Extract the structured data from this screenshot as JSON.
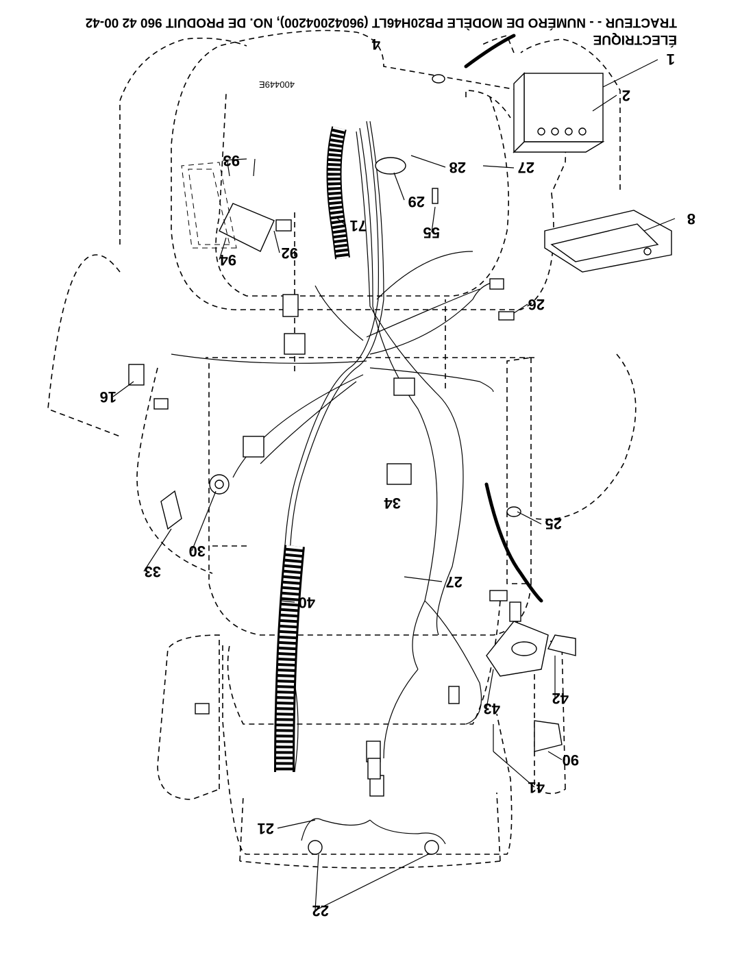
{
  "diagram": {
    "title_line1": "TRACTEUR - - NUMÉRO DE MODÈLE PB20H46LT (96042004200), NO. DE PRODUIT 960 42 00-42",
    "title_line2": "ÉLECTRIQUE",
    "drawing_number": "400449E"
  },
  "callouts": [
    {
      "id": "c1",
      "label": "1"
    },
    {
      "id": "c2",
      "label": "2"
    },
    {
      "id": "c4",
      "label": "4"
    },
    {
      "id": "c8",
      "label": "8"
    },
    {
      "id": "c16",
      "label": "16"
    },
    {
      "id": "c21",
      "label": "21"
    },
    {
      "id": "c22",
      "label": "22"
    },
    {
      "id": "c25",
      "label": "25"
    },
    {
      "id": "c26",
      "label": "26"
    },
    {
      "id": "c27a",
      "label": "27"
    },
    {
      "id": "c27b",
      "label": "27"
    },
    {
      "id": "c28",
      "label": "28"
    },
    {
      "id": "c29",
      "label": "29"
    },
    {
      "id": "c30",
      "label": "30"
    },
    {
      "id": "c33",
      "label": "33"
    },
    {
      "id": "c34",
      "label": "34"
    },
    {
      "id": "c40",
      "label": "40"
    },
    {
      "id": "c41",
      "label": "41"
    },
    {
      "id": "c42",
      "label": "42"
    },
    {
      "id": "c43",
      "label": "43"
    },
    {
      "id": "c55",
      "label": "55"
    },
    {
      "id": "c71",
      "label": "71"
    },
    {
      "id": "c90",
      "label": "90"
    },
    {
      "id": "c92",
      "label": "92"
    },
    {
      "id": "c93",
      "label": "93"
    },
    {
      "id": "c94",
      "label": "94"
    }
  ]
}
